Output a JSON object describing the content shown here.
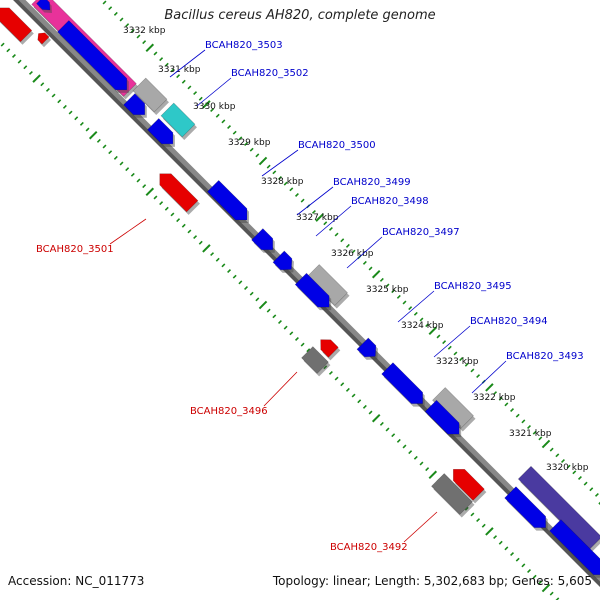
{
  "title": "Bacillus cereus AH820, complete genome",
  "footer": {
    "accession": "Accession: NC_011773",
    "info": "Topology: linear; Length: 5,302,683 bp; Genes: 5,605"
  },
  "colors": {
    "backbone": "#888888",
    "gene_forward": "#0000e6",
    "gene_reverse": "#e60000",
    "pink_feature": "#e8329a",
    "cyan_feature": "#2ec8c8",
    "gray_feature": "#a8a8a8",
    "darkgray_feature": "#707070",
    "purple_feature": "#4a3aa0",
    "tick": "#1a8a1a",
    "label_forward": "#0000cc",
    "label_reverse": "#cc0000"
  },
  "scale_labels": [
    "3332 kbp",
    "3331 kbp",
    "3330 kbp",
    "3329 kbp",
    "3328 kbp",
    "3327 kbp",
    "3326 kbp",
    "3325 kbp",
    "3324 kbp",
    "3323 kbp",
    "3322 kbp",
    "3321 kbp",
    "3320 kbp"
  ],
  "gene_labels": {
    "forward": [
      "BCAH820_3503",
      "BCAH820_3502",
      "BCAH820_3500",
      "BCAH820_3499",
      "BCAH820_3498",
      "BCAH820_3497",
      "BCAH820_3495",
      "BCAH820_3494",
      "BCAH820_3493"
    ],
    "reverse": [
      "BCAH820_3501",
      "BCAH820_3496",
      "BCAH820_3492"
    ]
  }
}
